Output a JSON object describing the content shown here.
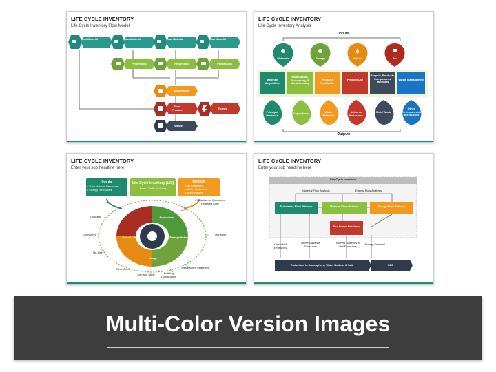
{
  "slide1": {
    "title": "LIFE CYCLE INVENTORY",
    "subtitle": "Life Cycle Inventory Flow Model",
    "raw_material": [
      "Raw Material",
      "Raw Material",
      "Raw Material",
      "Raw Material"
    ],
    "processing": [
      "Processing",
      "Processing",
      "Processing"
    ],
    "assembling": "Assembling",
    "final_product": "Final Product",
    "energy": "Energy",
    "waste": "Waste"
  },
  "slide2": {
    "title": "LIFE CYCLE INVENTORY",
    "subtitle": "Life Cycle Inventory Analysis",
    "inputs_label": "Inputs",
    "outputs_label": "Outputs",
    "inputs": [
      "Materials",
      "Energy",
      "Water",
      "Air"
    ],
    "stages": [
      "Materials Acquisition",
      "Formulation, Processing, & Manufacturing",
      "Product Distribution",
      "Product Use",
      "Recycle, Products, Components, Materials",
      "Waste Management"
    ],
    "outputs": [
      "Principal Products",
      "Coproducts",
      "Water Effluents",
      "Airborne Emissions",
      "Solid Waste",
      "Other Environmental Interactions"
    ],
    "colors": {
      "green": "#2a9a6e",
      "light_green": "#8cbf3f",
      "orange": "#f29a1f",
      "red": "#c0392b",
      "dark": "#3d4a5c",
      "blue": "#1b73c4"
    }
  },
  "slide3": {
    "title": "LIFE CYCLE INVENTORY",
    "subtitle": "Enter your sub headline here",
    "inputs_title": "Inputs",
    "inputs_items": [
      "• Raw Material Resources",
      "• Energy Resources"
    ],
    "lci_title": "Life Cycle Inventory (LCI)",
    "lci_sub": "From Cradle to Grave",
    "outputs_title": "Outputs",
    "outputs_items": [
      "• Air Emissions",
      "• Water Emissions",
      "• Solid Wastes"
    ],
    "segments": [
      "Production",
      "Transportation",
      "Usage",
      "End of Life"
    ],
    "around": [
      "Production of Quicklime/ Hydrated Lime",
      "Transport",
      "Wastewater Treatment",
      "Building Construction",
      "Iron and Steel",
      "Other Uses",
      "Re-Use",
      "Recycling",
      "Disposal"
    ]
  },
  "slide4": {
    "title": "LIFE CYCLE INVENTORY",
    "subtitle": "Enter your sub headline here",
    "frame_title": "Life-Cycle Inventory",
    "mfa": "Material Flow Analysis",
    "efa": "Energy Flow Analysis",
    "boxes": [
      "Substance Flow Balance",
      "Material Flow Balance",
      "Energy Flow Balance"
    ],
    "eco": "Eco Invent Database",
    "labels": [
      "Direct HM Emissions",
      "Direct Gaseous Emissions",
      "Indirect Gaseous & HM Emissions",
      "Energy Demand"
    ],
    "bottom_left": "Emissions to Atmosphere, Water Bodies, & Soil",
    "bottom_right": "CED"
  },
  "banner": {
    "text": "Multi-Color Version Images"
  }
}
